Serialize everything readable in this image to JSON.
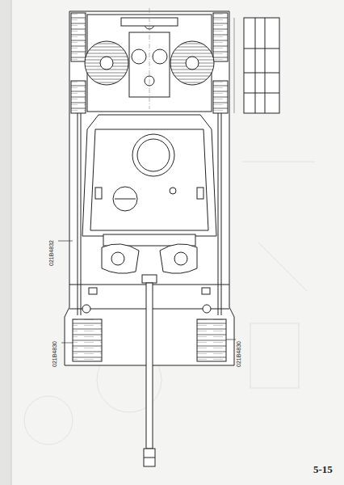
{
  "diagram": {
    "labels": [
      "021B4832",
      "021B4830",
      "021B4830",
      "5-15"
    ]
  }
}
